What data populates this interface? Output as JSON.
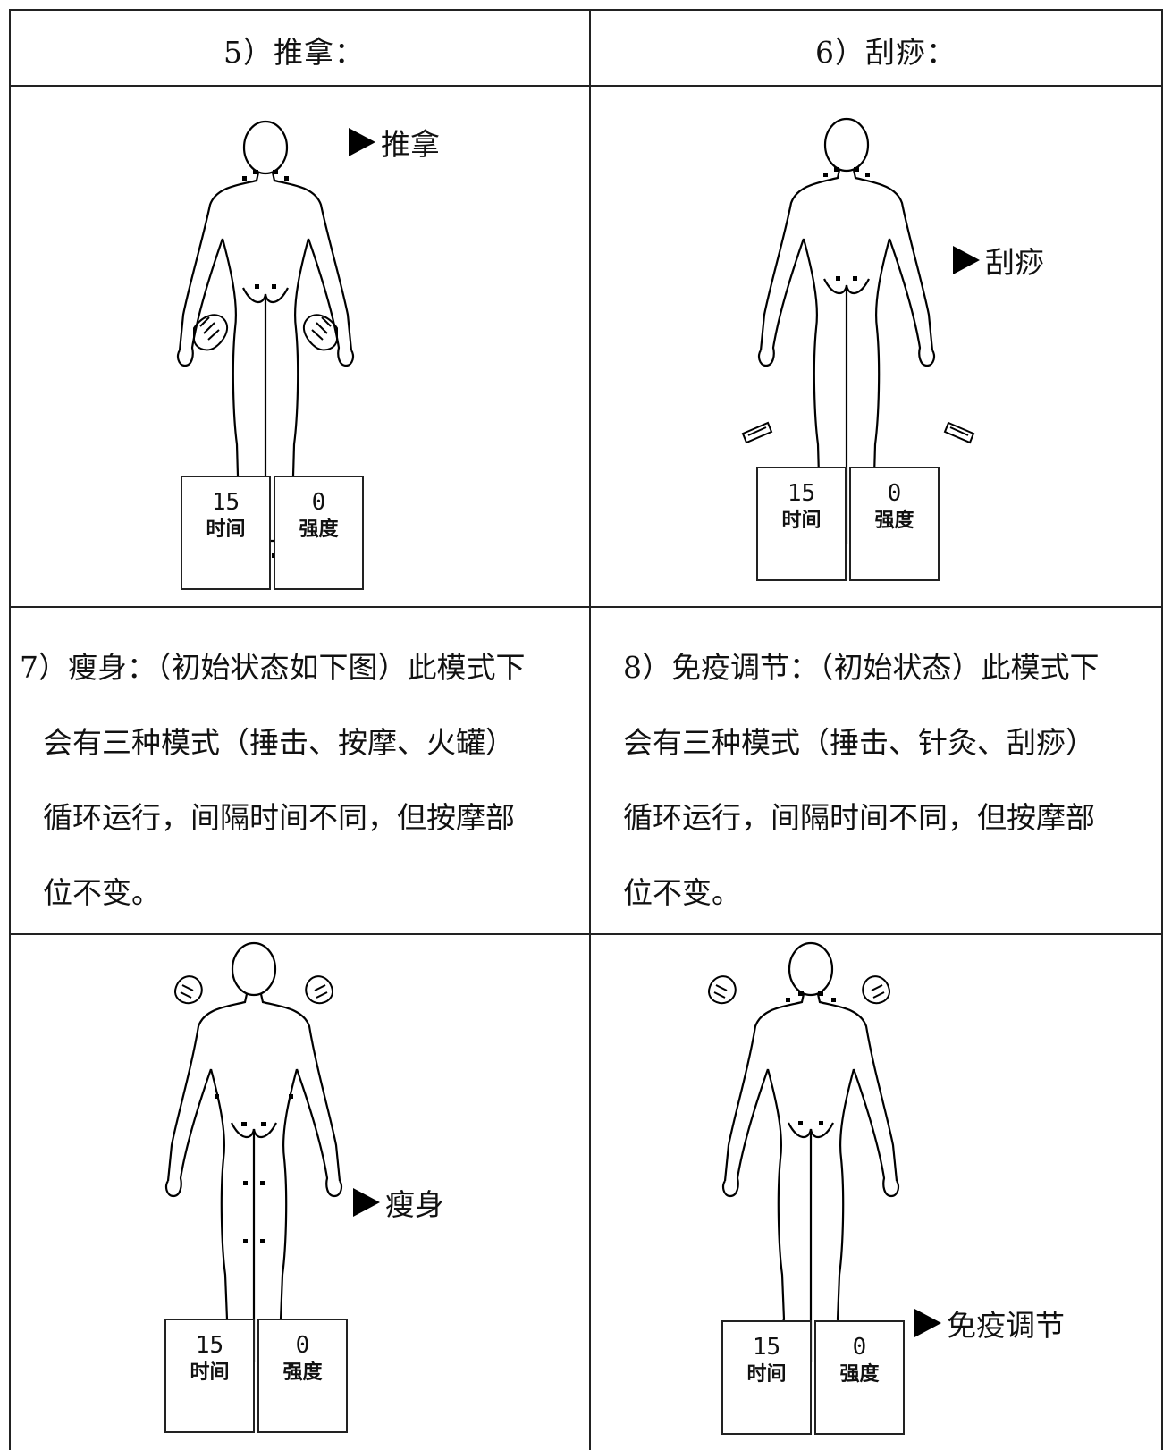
{
  "cells": {
    "massage_header": "5）推拿：",
    "scraping_header": "6）刮痧：",
    "slimming_desc": [
      "7）瘦身：（初始状态如下图）此模式下",
      "会有三种模式（捶击、按摩、火罐）",
      "循环运行，间隔时间不同，但按摩部",
      "位不变。"
    ],
    "immune_desc": [
      "8）免疫调节：（初始状态）此模式下",
      "会有三种模式（捶击、针灸、刮痧）",
      "循环运行，间隔时间不同，但按摩部",
      "位不变。"
    ]
  },
  "figures": {
    "massage": {
      "mode_label": "推拿",
      "time_value": "15",
      "time_label": "时间",
      "intensity_value": "0",
      "intensity_label": "强度"
    },
    "scraping": {
      "mode_label": "刮痧",
      "time_value": "15",
      "time_label": "时间",
      "intensity_value": "0",
      "intensity_label": "强度"
    },
    "slimming": {
      "mode_label": "瘦身",
      "time_value": "15",
      "time_label": "时间",
      "intensity_value": "0",
      "intensity_label": "强度"
    },
    "immune": {
      "mode_label": "免疫调节",
      "time_value": "15",
      "time_label": "时间",
      "intensity_value": "0",
      "intensity_label": "强度"
    }
  }
}
